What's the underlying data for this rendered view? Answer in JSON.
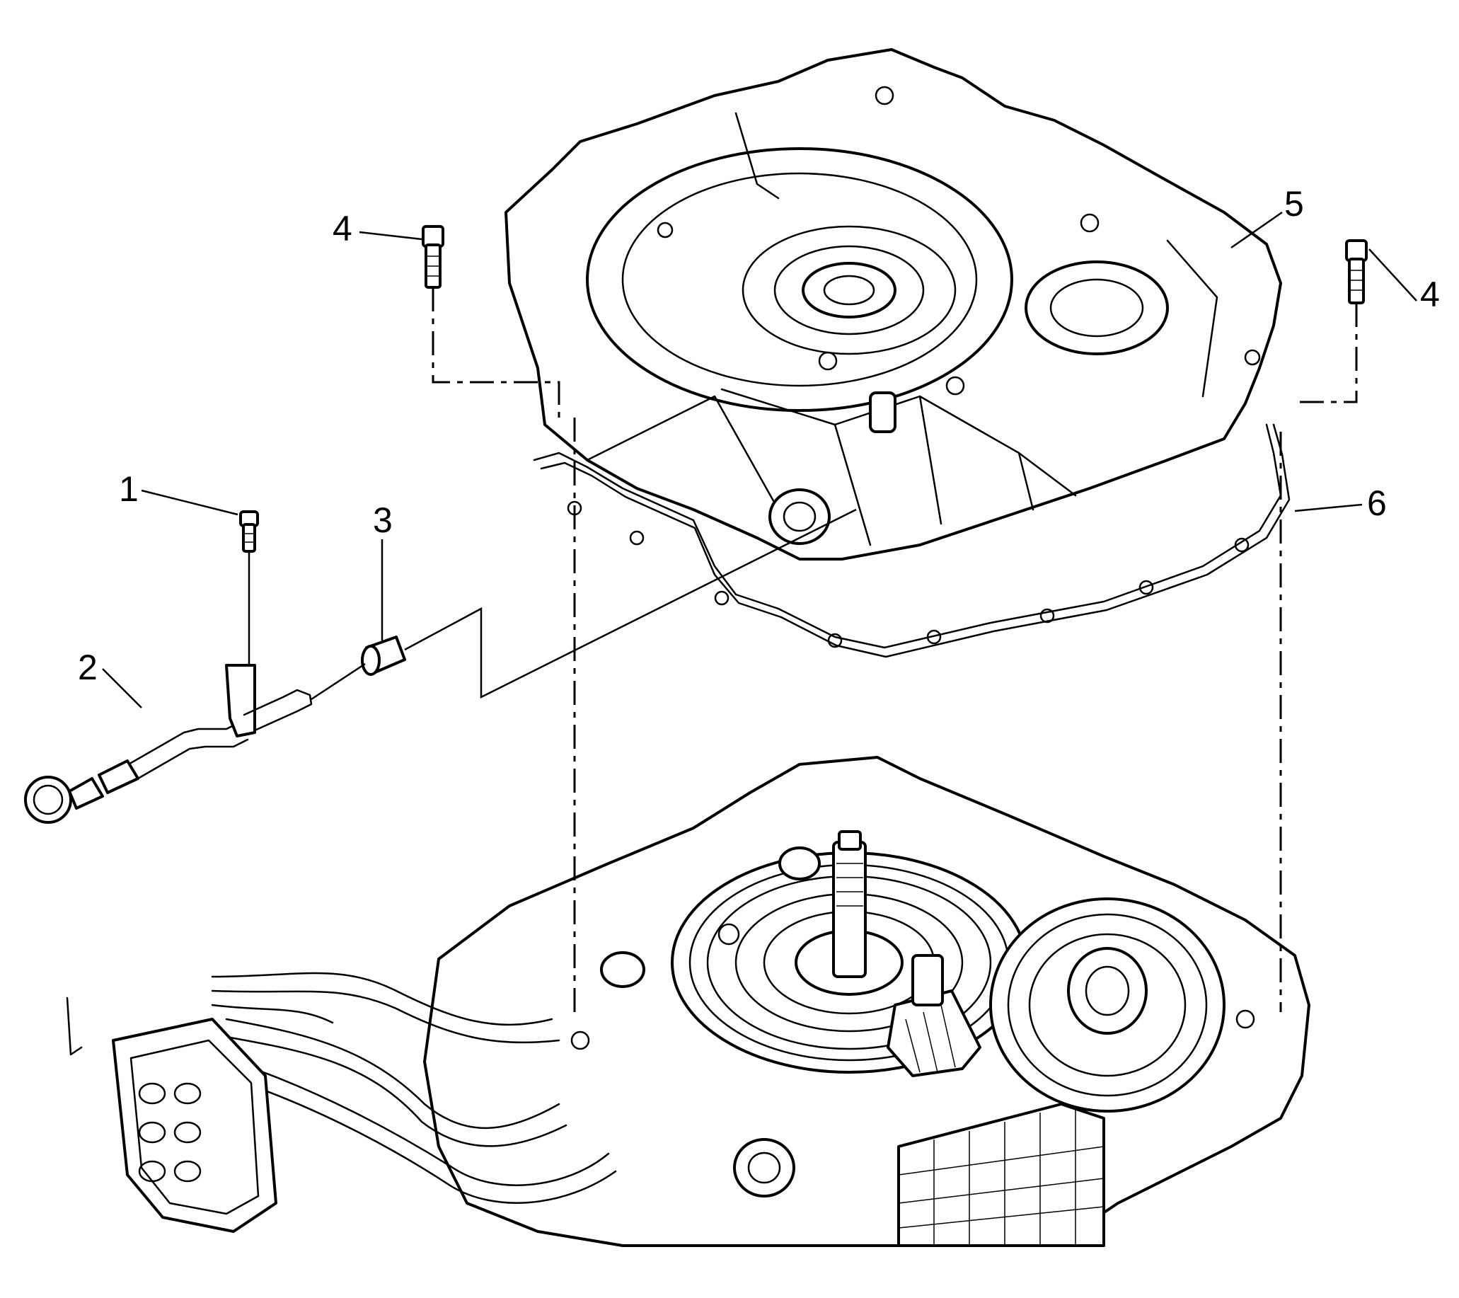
{
  "callouts": {
    "c1": "1",
    "c2": "2",
    "c3": "3",
    "c4a": "4",
    "c4b": "4",
    "c5": "5",
    "c6": "6"
  },
  "colors": {
    "line": "#000000",
    "background": "#ffffff"
  }
}
